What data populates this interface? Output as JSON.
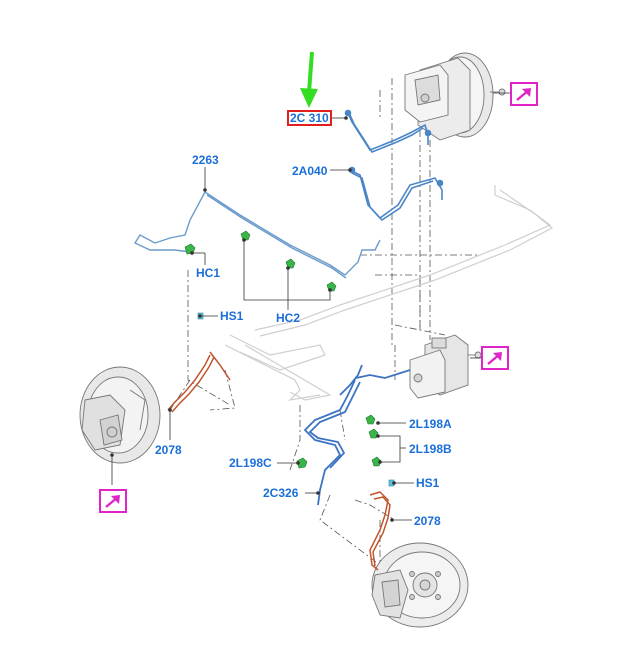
{
  "diagram": {
    "callouts": {
      "c_2C310": "2C 310",
      "c_2A040": "2A040",
      "c_2263": "2263",
      "c_HC1": "HC1",
      "c_HC2": "HC2",
      "c_HS1_left": "HS1",
      "c_2078_left": "2078",
      "c_2L198A": "2L198A",
      "c_2L198B": "2L198B",
      "c_2L198C": "2L198C",
      "c_2C326": "2C326",
      "c_HS1_right": "HS1",
      "c_2078_right": "2078"
    },
    "link_icons": [
      "external-link-icon",
      "external-link-icon",
      "external-link-icon"
    ],
    "colors": {
      "callout_text": "#1a6fd8",
      "brake_line_blue": "#4a86c6",
      "brake_hose_orange": "#c0552e",
      "clip_green": "#39b54a",
      "link_magenta": "#e024c8",
      "highlight_red": "#e01f1f",
      "arrow_green": "#33dd22",
      "leader_line": "#333333",
      "phantom_outline": "#555555",
      "ghost_line": "#c8c8c8"
    }
  }
}
